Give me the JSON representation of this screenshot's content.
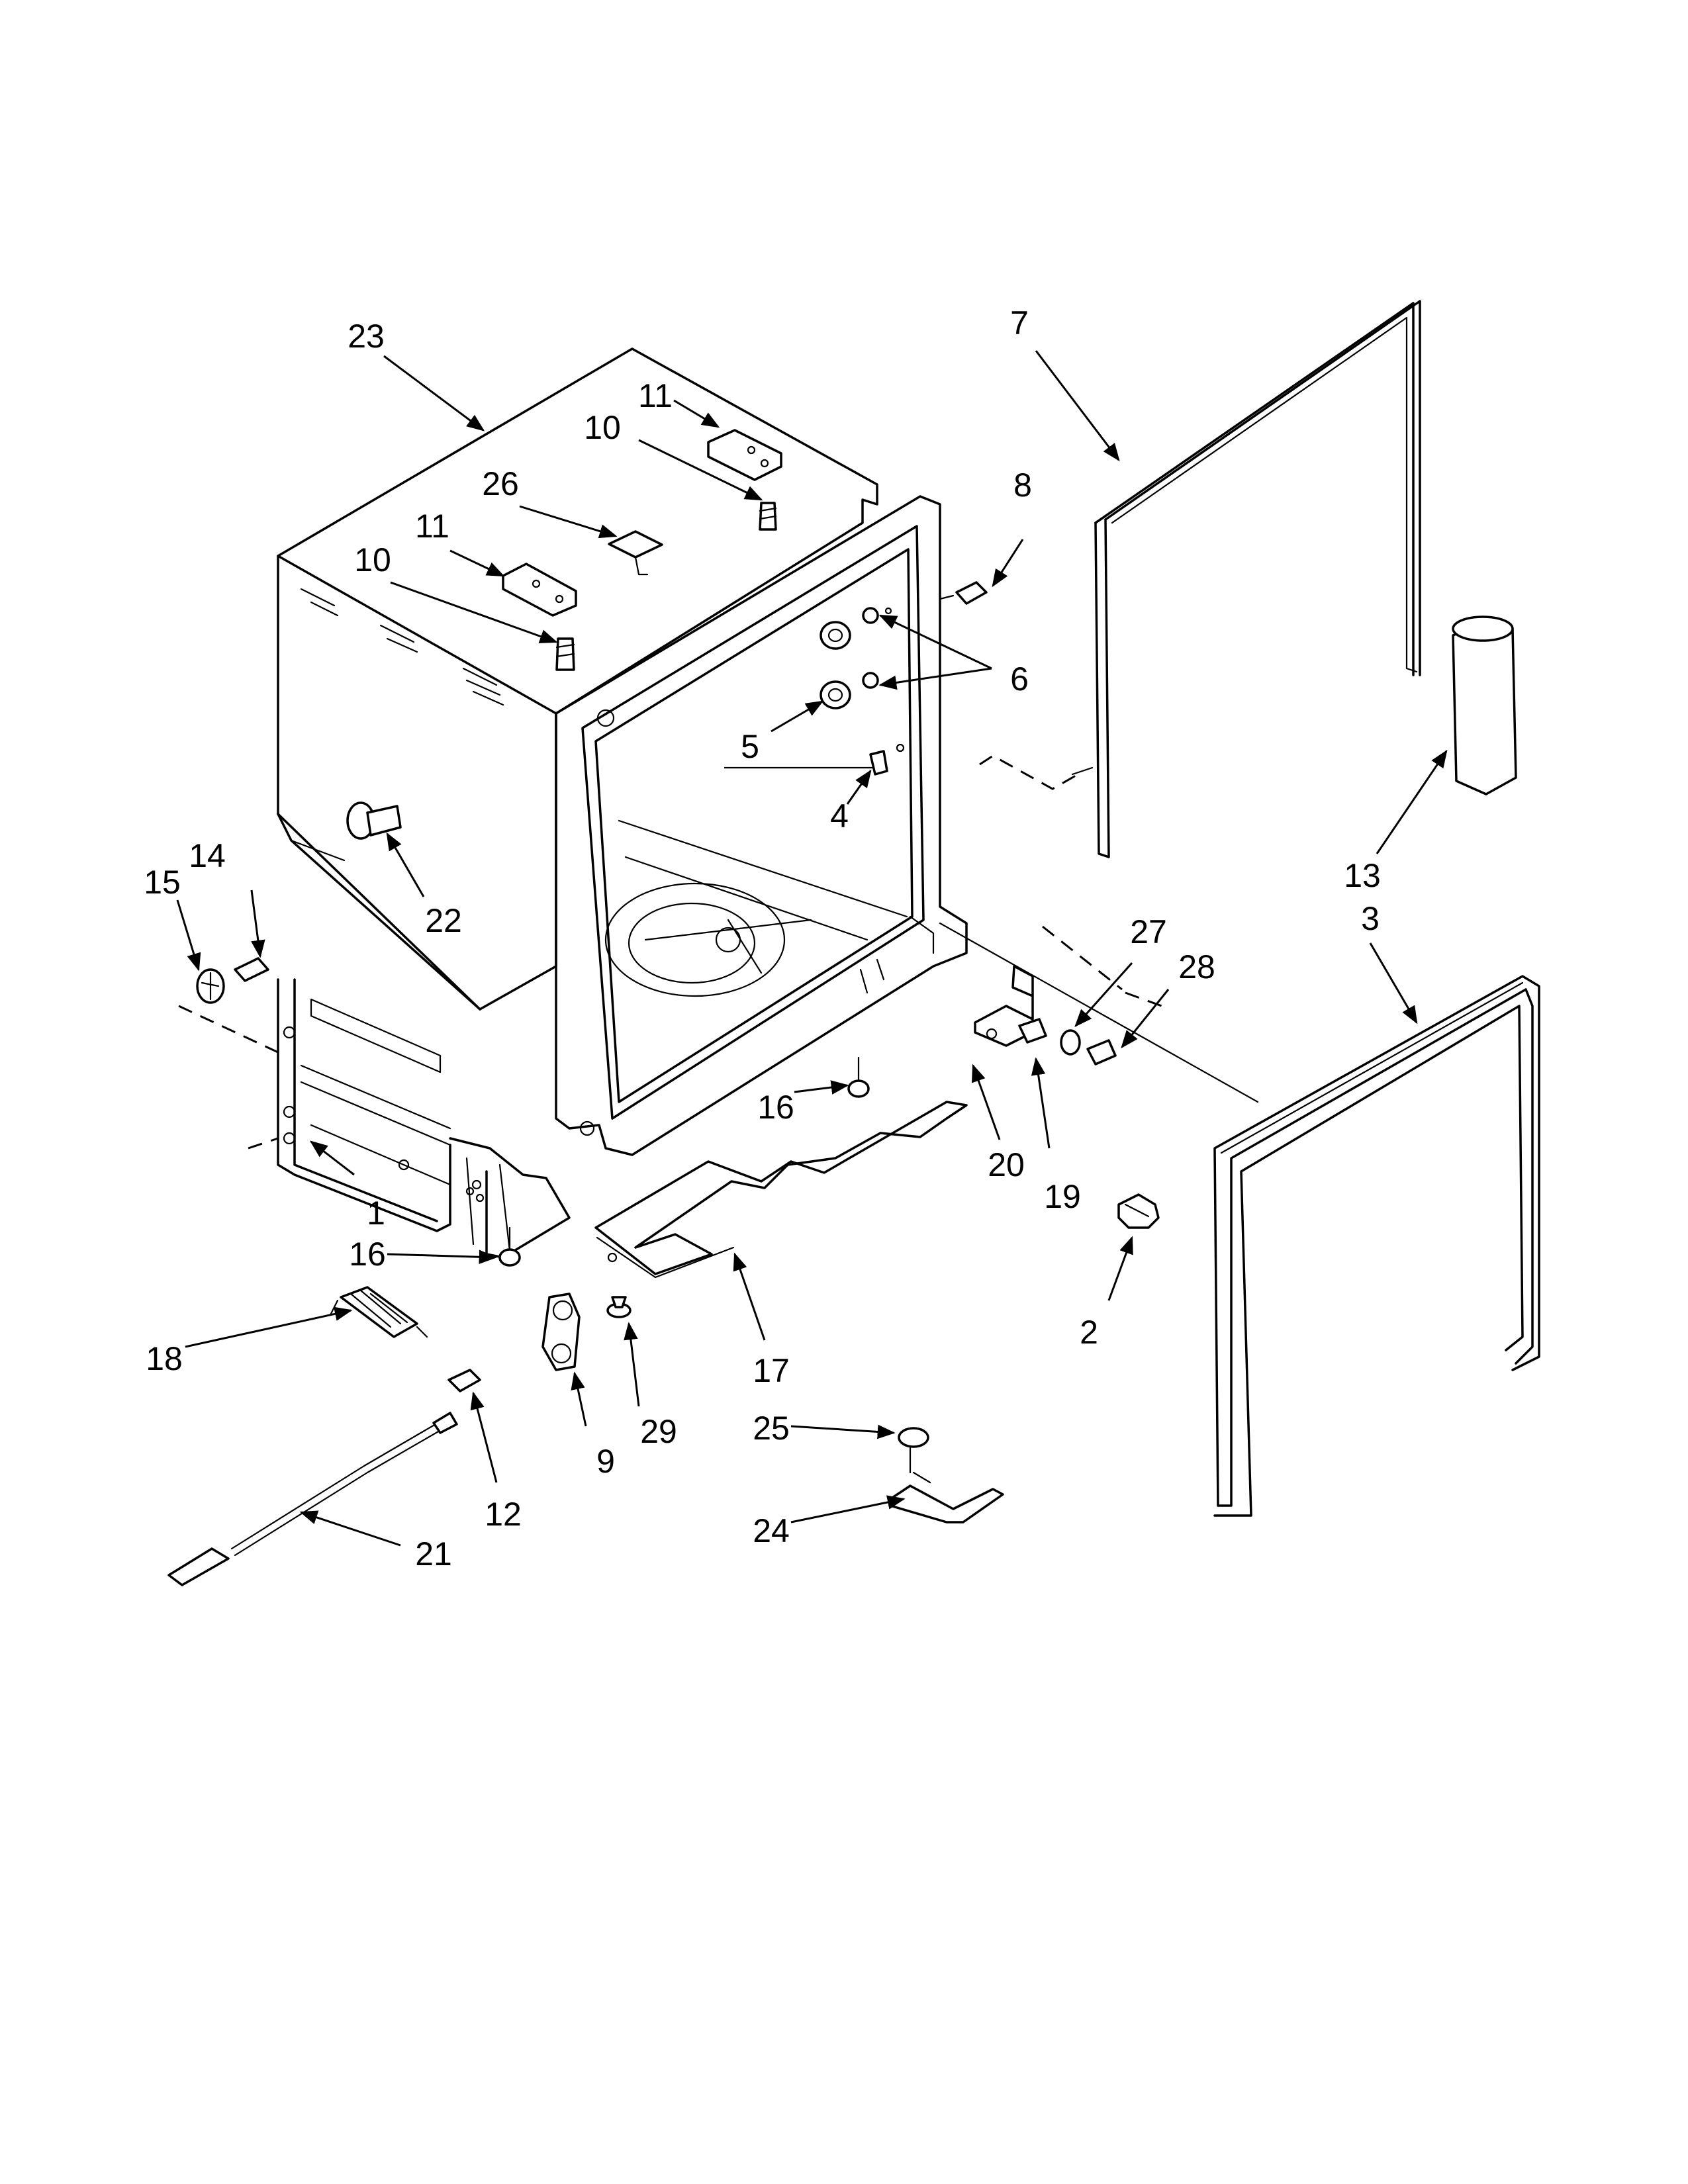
{
  "callouts": {
    "c1": "1",
    "c2": "2",
    "c3": "3",
    "c4": "4",
    "c5": "5",
    "c6": "6",
    "c7": "7",
    "c8": "8",
    "c9": "9",
    "c10a": "10",
    "c10b": "10",
    "c11a": "11",
    "c11b": "11",
    "c12": "12",
    "c13": "13",
    "c14": "14",
    "c15": "15",
    "c16a": "16",
    "c16b": "16",
    "c17": "17",
    "c18": "18",
    "c19": "19",
    "c20": "20",
    "c21": "21",
    "c22": "22",
    "c23": "23",
    "c24": "24",
    "c25": "25",
    "c26": "26",
    "c27": "27",
    "c28": "28",
    "c29": "29"
  },
  "colors": {
    "ink": "#000000",
    "paper": "#ffffff"
  }
}
